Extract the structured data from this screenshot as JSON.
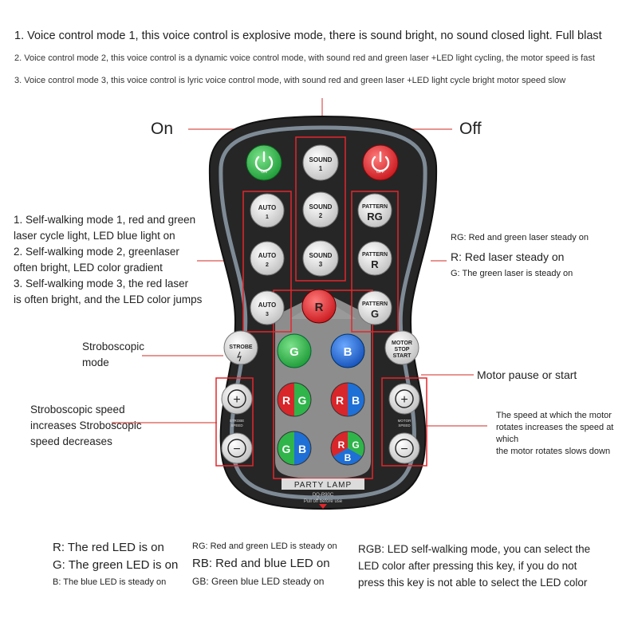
{
  "top_notes": [
    "1. Voice control mode 1, this voice control is explosive mode, there is sound bright, no sound closed light. Full blast",
    "2. Voice control mode 2, this voice control is a dynamic voice control mode, with sound red and green laser +LED light cycling, the motor speed is fast",
    "3. Voice control mode 3, this voice control is lyric voice control mode, with sound red and green laser +LED light cycle bright motor speed slow"
  ],
  "labels": {
    "on": "On",
    "off": "Off",
    "self_walk": [
      "1. Self-walking mode 1, red and green",
      "laser cycle light, LED blue light on",
      "2. Self-walking mode 2, greenlaser",
      "often bright, LED color gradient",
      "3. Self-walking mode 3, the red  laser",
      "is often bright, and the LED color jumps"
    ],
    "pattern_rg": "RG: Red and green laser steady on",
    "pattern_r": "R: Red laser steady on",
    "pattern_g": "G: The green laser is steady on",
    "strobe_mode": [
      "Stroboscopic",
      "mode"
    ],
    "strobe_speed": [
      "Stroboscopic speed",
      "increases Stroboscopic",
      "speed decreases"
    ],
    "motor_pause": "Motor pause or start",
    "motor_speed": [
      "The speed at which the motor",
      "rotates increases the speed at which",
      "the motor rotates slows down"
    ]
  },
  "led_notes": {
    "left": [
      "R: The red LED is on",
      "G: The green LED is on",
      "B: The blue LED is steady on"
    ],
    "mid": [
      "RG: Red and green LED is steady on",
      "RB: Red and blue LED on",
      "GB: Green blue LED steady on"
    ],
    "right": [
      "RGB: LED self-walking mode, you can select the",
      "LED color after pressing this key, if you do not",
      "press this key is not able to select the LED color"
    ]
  },
  "remote": {
    "on_text": "ON",
    "off_text": "OFF",
    "sound_keys": [
      {
        "word": "SOUND",
        "num": "1"
      },
      {
        "word": "SOUND",
        "num": "2"
      },
      {
        "word": "SOUND",
        "num": "3"
      }
    ],
    "auto_keys": [
      {
        "word": "AUTO",
        "num": "1"
      },
      {
        "word": "AUTO",
        "num": "2"
      },
      {
        "word": "AUTO",
        "num": "3"
      }
    ],
    "pattern_keys": [
      {
        "word": "PATTERN",
        "sub": "RG"
      },
      {
        "word": "PATTERN",
        "sub": "R"
      },
      {
        "word": "PATTERN",
        "sub": "G"
      }
    ],
    "strobe_key": "STROBE",
    "motor_key": [
      "MOTOR",
      "STOP",
      "START"
    ],
    "led_r": "R",
    "led_g": "G",
    "led_b": "B",
    "led_rg": [
      "R",
      "G"
    ],
    "led_rb": [
      "R",
      "B"
    ],
    "led_gb": [
      "G",
      "B"
    ],
    "led_rgb": [
      "R",
      "G",
      "B"
    ],
    "plus": "+",
    "minus": "−",
    "strobe_speed_label": [
      "STROBE",
      "SPEED"
    ],
    "motor_speed_label": [
      "MOTOR",
      "SPEED"
    ],
    "brand": "PARTY LAMP",
    "model": "DQ-R90C",
    "pull_note": "Pull off before use"
  },
  "colors": {
    "red": "#e3262b",
    "green": "#2fb54a",
    "blue": "#1e6fd6",
    "callout_line": "#d9534f",
    "body": "#2b2b2b"
  }
}
